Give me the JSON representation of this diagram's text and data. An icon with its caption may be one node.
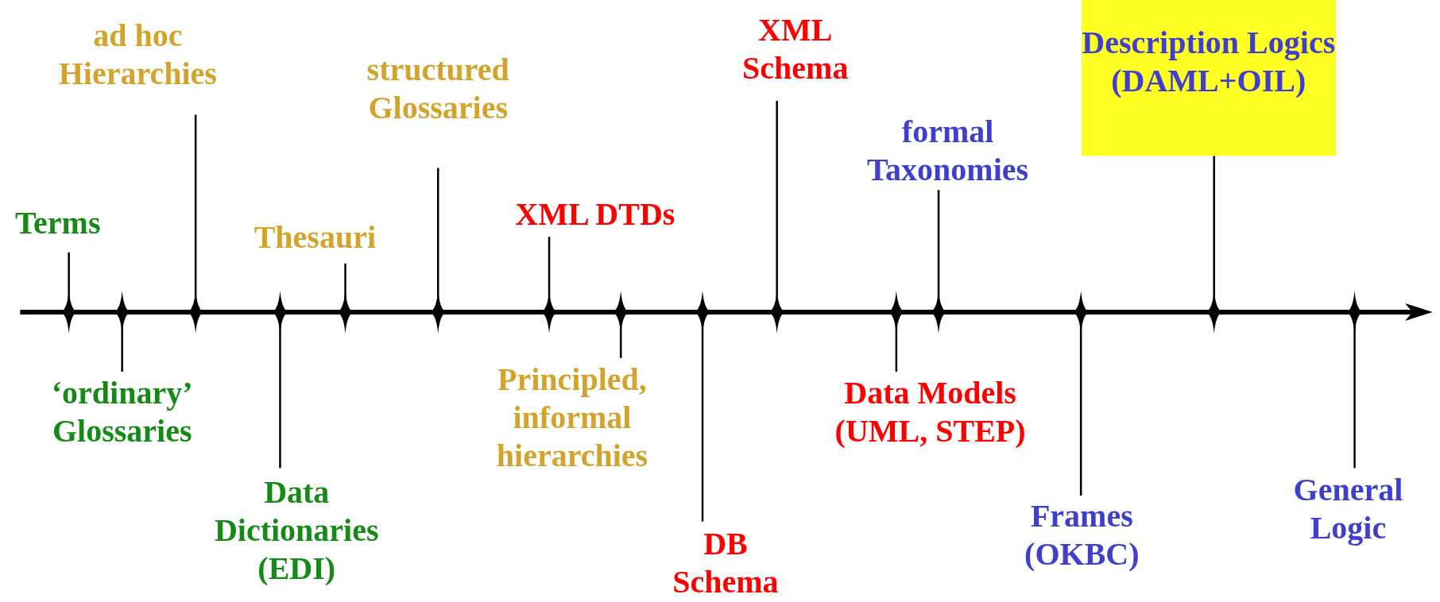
{
  "diagram": {
    "nodes": [
      {
        "text": [
          "Terms"
        ]
      },
      {
        "text": [
          "‘ordinary’ Glossaries"
        ]
      },
      {
        "text": [
          "ad hoc Hierarchies"
        ]
      },
      {
        "text": [
          "Data Dictionaries (EDI)"
        ]
      },
      {
        "text": [
          "Thesauri"
        ]
      },
      {
        "text": [
          "structured Glossaries"
        ]
      },
      {
        "text": [
          "XML DTDs"
        ]
      },
      {
        "text": [
          "Principled, informal hierarchies"
        ]
      },
      {
        "text": [
          "DB Schema"
        ]
      },
      {
        "text": [
          "XML Schema"
        ]
      },
      {
        "text": [
          "Data Models (UML, STEP)"
        ]
      },
      {
        "text": [
          "formal Taxonomies"
        ]
      },
      {
        "text": [
          "Frames (OKBC)"
        ]
      },
      {
        "text": [
          "Description Logics (DAML+OIL)"
        ]
      },
      {
        "text": [
          "General Logic"
        ]
      }
    ],
    "edges": [
      {
        "from": 0,
        "to": null,
        "arrow": "none"
      },
      {
        "from": 1,
        "to": null,
        "arrow": "none"
      },
      {
        "from": 2,
        "to": null,
        "arrow": "none"
      },
      {
        "from": 3,
        "to": null,
        "arrow": "none"
      },
      {
        "from": 4,
        "to": null,
        "arrow": "none"
      },
      {
        "from": 5,
        "to": null,
        "arrow": "none"
      },
      {
        "from": 6,
        "to": null,
        "arrow": "none"
      },
      {
        "from": 7,
        "to": null,
        "arrow": "none"
      },
      {
        "from": 8,
        "to": null,
        "arrow": "none"
      },
      {
        "from": 9,
        "to": null,
        "arrow": "none"
      },
      {
        "from": 10,
        "to": null,
        "arrow": "none"
      },
      {
        "from": 11,
        "to": null,
        "arrow": "none"
      },
      {
        "from": 12,
        "to": null,
        "arrow": "none"
      },
      {
        "from": 13,
        "to": null,
        "arrow": "none"
      },
      {
        "from": 14,
        "to": null,
        "arrow": "none"
      }
    ]
  }
}
